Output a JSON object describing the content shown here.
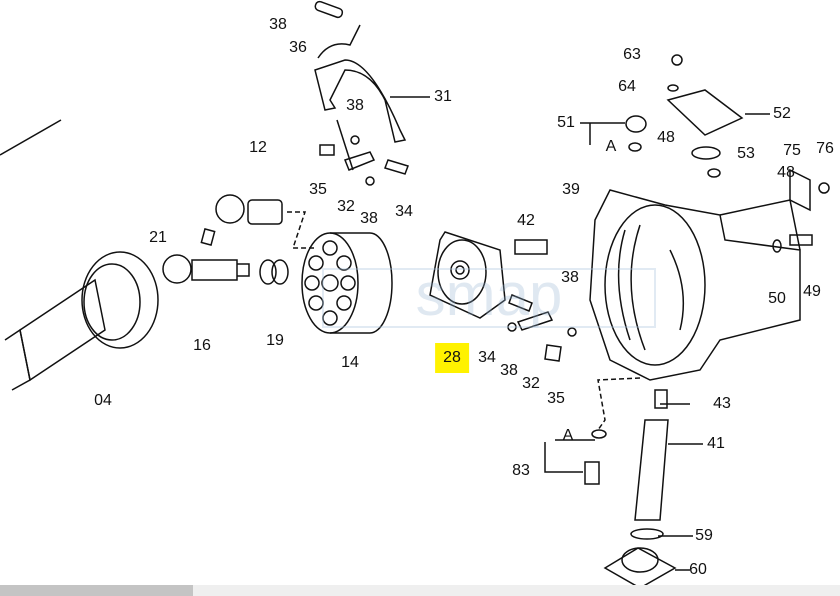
{
  "diagram": {
    "callouts": [
      "38",
      "36",
      "31",
      "38",
      "12",
      "35",
      "32",
      "38",
      "34",
      "21",
      "16",
      "19",
      "14",
      "04",
      "28",
      "34",
      "38",
      "32",
      "35",
      "42",
      "38",
      "63",
      "64",
      "52",
      "51",
      "A",
      "48",
      "53",
      "75",
      "76",
      "48",
      "39",
      "50",
      "49",
      "43",
      "41",
      "A",
      "83",
      "59",
      "60"
    ],
    "highlighted_callout": "28",
    "highlight_color": "#fff200"
  },
  "watermark": "smap",
  "scrollbar": {
    "position_fraction": 0
  }
}
